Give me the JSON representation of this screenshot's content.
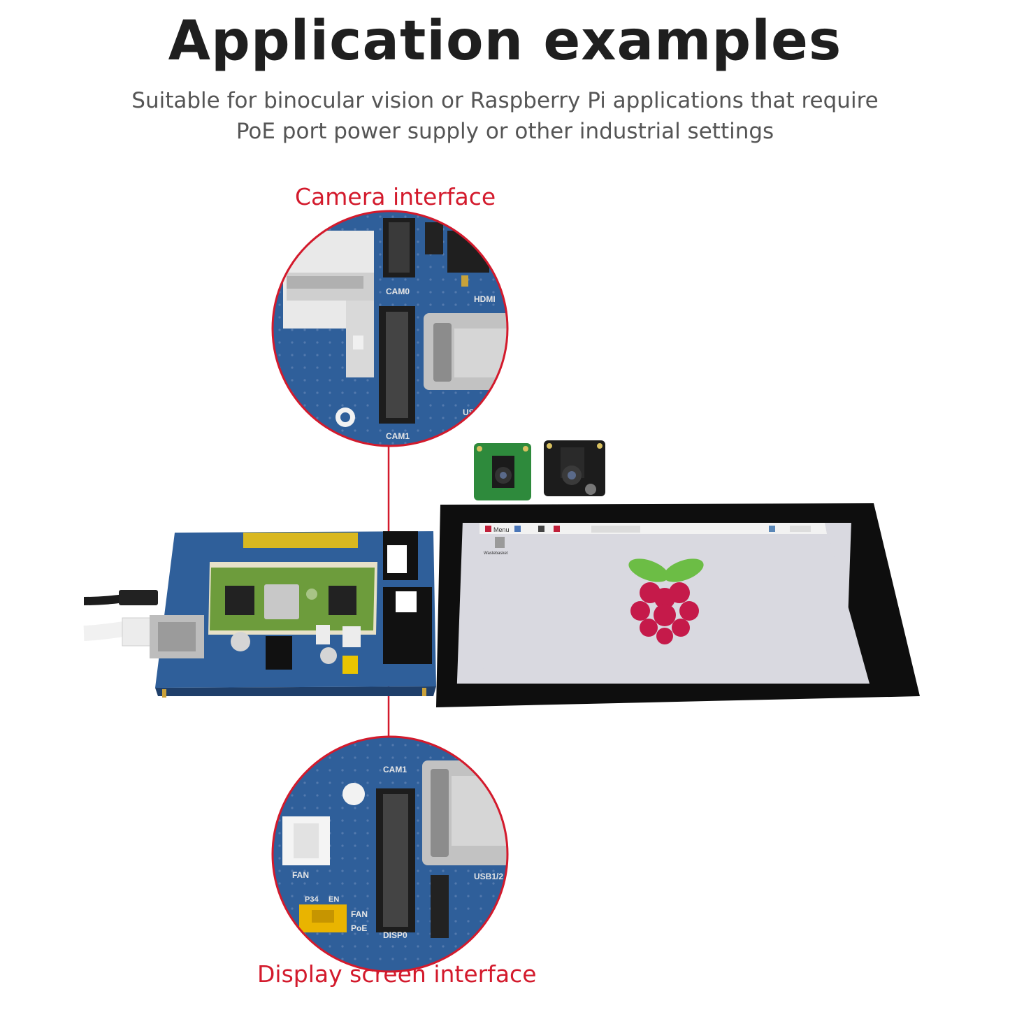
{
  "header": {
    "title": "Application examples",
    "subtitle_line1": "Suitable for binocular vision or Raspberry Pi applications that require",
    "subtitle_line2": "PoE port power supply or other industrial settings"
  },
  "callouts": {
    "camera": {
      "label": "Camera interface",
      "silk": {
        "cam0": "CAM0",
        "cam1": "CAM1",
        "hdmi": "HDMI",
        "usb": "US"
      }
    },
    "display": {
      "label": "Display screen interface",
      "silk": {
        "cam1": "CAM1",
        "fan": "FAN",
        "usb": "USB1/2",
        "p34": "P34",
        "en": "EN",
        "fan2": "FAN",
        "poe": "PoE",
        "disp0": "DISP0"
      }
    }
  },
  "screen": {
    "menu": "Menu",
    "wastebasket": "Wastebasket"
  },
  "colors": {
    "accent_red": "#d31a2c",
    "pcb_blue": "#2f5f9a",
    "title_gray": "#1f1f1f",
    "subtitle_gray": "#555555"
  }
}
